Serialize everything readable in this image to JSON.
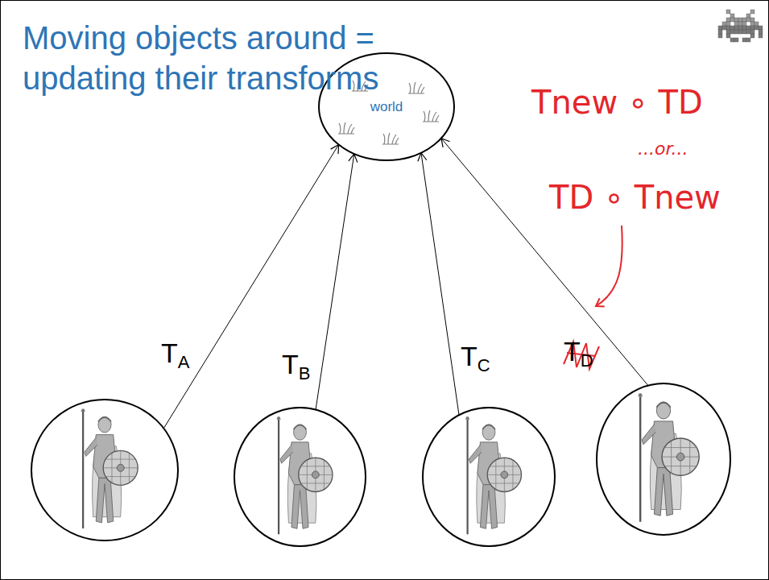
{
  "diagram": {
    "title": "Moving objects around = updating their transforms",
    "nodes": [
      {
        "text": [
          "world"
        ]
      },
      {
        "text": []
      },
      {
        "text": []
      },
      {
        "text": []
      },
      {
        "text": []
      }
    ],
    "edges": [
      {
        "from": 1,
        "to": 0,
        "arrow": "to",
        "label": "TA"
      },
      {
        "from": 2,
        "to": 0,
        "arrow": "to",
        "label": "TB"
      },
      {
        "from": 3,
        "to": 0,
        "arrow": "to",
        "label": "TC"
      },
      {
        "from": 4,
        "to": 0,
        "arrow": "to",
        "label": "TD"
      }
    ],
    "labels": [
      "Tnew ∘ TD",
      "...or...",
      "TD ∘ Tnew"
    ]
  }
}
